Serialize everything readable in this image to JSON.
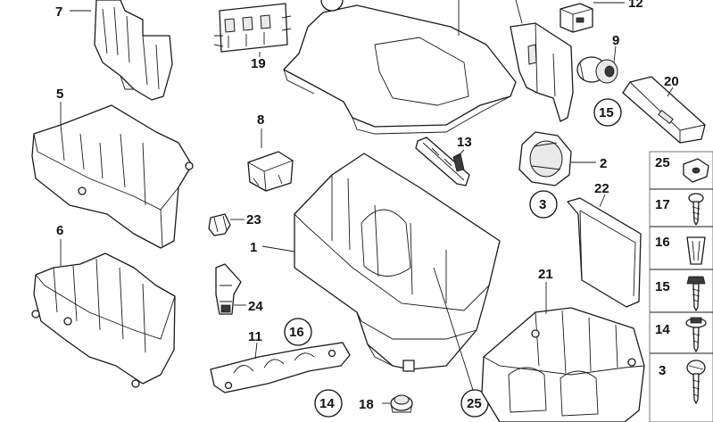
{
  "callouts": {
    "p1": "1",
    "p2": "2",
    "p3": "3",
    "p5": "5",
    "p6": "6",
    "p7": "7",
    "p8": "8",
    "p9": "9",
    "p11": "11",
    "p12": "12",
    "p13": "13",
    "p14": "14",
    "p15": "15",
    "p16": "16",
    "p18": "18",
    "p19": "19",
    "p20": "20",
    "p21": "21",
    "p22": "22",
    "p23": "23",
    "p24": "24",
    "p25": "25"
  },
  "circled": {
    "c3": "3",
    "c14": "14",
    "c15": "15",
    "c16": "16",
    "c25": "25"
  },
  "legend": [
    "25",
    "17",
    "16",
    "15",
    "14",
    "3"
  ]
}
